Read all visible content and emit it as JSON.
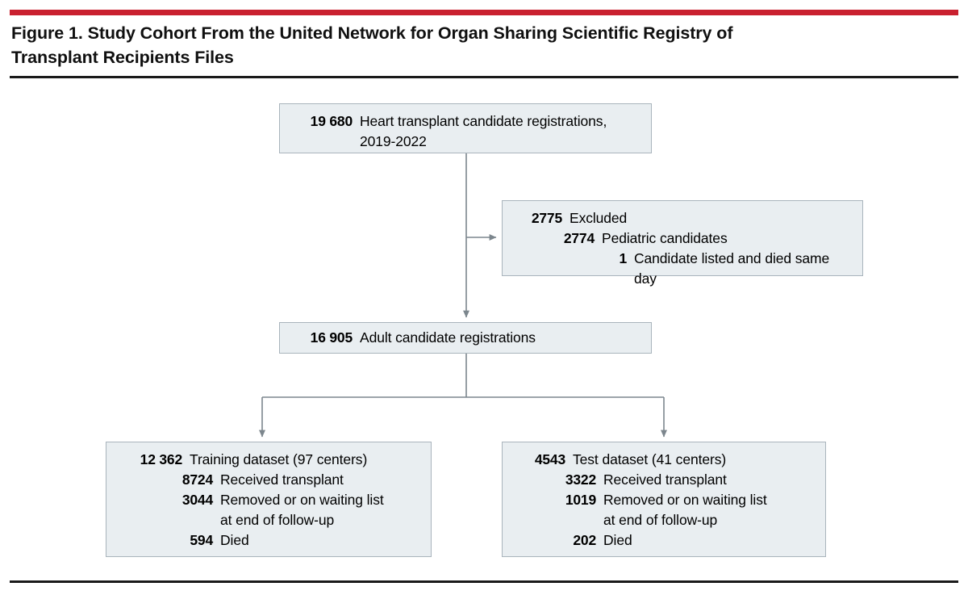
{
  "figure": {
    "title": "Figure 1. Study Cohort From the United Network for Organ Sharing Scientific Registry of Transplant Recipients Files",
    "accent_color": "#c9202f",
    "box_fill": "#e9eef1",
    "box_border": "#a9b4bc",
    "connector_color": "#7c868d"
  },
  "chart_data": {
    "type": "flowchart",
    "title": "Figure 1. Study Cohort From the United Network for Organ Sharing Scientific Registry of Transplant Recipients Files",
    "nodes": [
      {
        "id": "registrations",
        "rows": [
          {
            "num": "19 680",
            "text": "Heart transplant candidate registrations,\n2019-2022"
          }
        ]
      },
      {
        "id": "excluded",
        "rows": [
          {
            "num": "2775",
            "text": "Excluded"
          },
          {
            "num": "2774",
            "text": "Pediatric candidates"
          },
          {
            "num": "1",
            "text": "Candidate listed and died same day"
          }
        ]
      },
      {
        "id": "adult",
        "rows": [
          {
            "num": "16 905",
            "text": "Adult candidate registrations"
          }
        ]
      },
      {
        "id": "training",
        "rows": [
          {
            "num": "12 362",
            "text": "Training dataset (97 centers)"
          },
          {
            "num": "8724",
            "text": "Received transplant"
          },
          {
            "num": "3044",
            "text": "Removed or on waiting list\nat end of follow-up"
          },
          {
            "num": "594",
            "text": "Died"
          }
        ]
      },
      {
        "id": "test",
        "rows": [
          {
            "num": "4543",
            "text": "Test dataset (41 centers)"
          },
          {
            "num": "3322",
            "text": "Received transplant"
          },
          {
            "num": "1019",
            "text": "Removed or on waiting list\nat end of follow-up"
          },
          {
            "num": "202",
            "text": "Died"
          }
        ]
      }
    ],
    "edges": [
      {
        "from": "registrations",
        "to": "excluded",
        "kind": "branch-right"
      },
      {
        "from": "registrations",
        "to": "adult",
        "kind": "down"
      },
      {
        "from": "adult",
        "to": "training",
        "kind": "split-left"
      },
      {
        "from": "adult",
        "to": "test",
        "kind": "split-right"
      }
    ]
  }
}
